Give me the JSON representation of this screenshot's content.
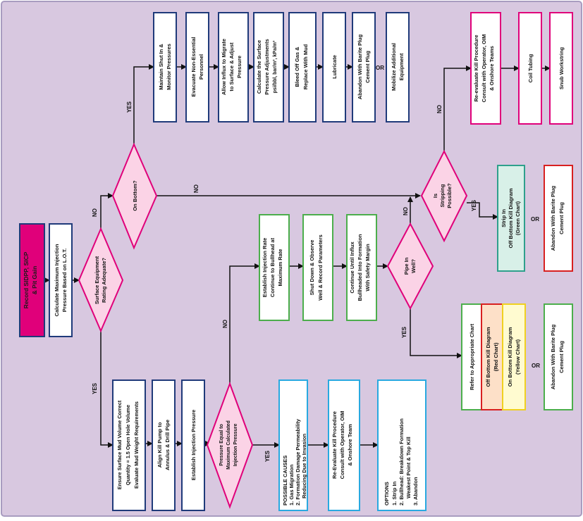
{
  "colors": {
    "background": "#d8c8e0",
    "border": "#a89cc0",
    "line": "#111111",
    "navy": "#1f3a7a",
    "cyan": "#29a9e0",
    "green": "#4cae4c",
    "magenta": "#e0007a",
    "pink_fill": "#fbd3e6",
    "teal": "#2ea08c",
    "teal_fill": "#d8f0e8",
    "red": "#d82020",
    "peach_fill": "#fde0c8",
    "yellow": "#f0d020",
    "yellow_fill": "#fffbd0"
  },
  "start": {
    "line1": "Record SIDPP, SICP",
    "line2": "& Pit Gain"
  },
  "calc_max_injection": {
    "line1": "Calculate Maximum Injection",
    "line2": "Pressure Based on L.O.T."
  },
  "surface_equipment": {
    "line1": "Surface Equipment",
    "line2": "Rating Adequate?"
  },
  "on_bottom": {
    "line1": "On Bottom?"
  },
  "pipe_in_well": {
    "line1": "Pipe In",
    "line2": "Well?"
  },
  "stripping": {
    "line1": "Is",
    "line2": "Stripping",
    "line3": "Possible?"
  },
  "pressure_equal": {
    "line1": "Pressure Equal to",
    "line2": "Maximum Calculated",
    "line3": "Injection Pressure"
  },
  "labels": {
    "yes": "YES",
    "no": "NO",
    "or": "OR"
  },
  "top_row": {
    "maintain": {
      "line1": "Maintain Shut In &",
      "line2": "Monitor Pressures"
    },
    "evacuate": {
      "line1": "Evacuate Non-Essential",
      "line2": "Personnel"
    },
    "allow_influx": {
      "line1": "Allow Influx to Migrate",
      "line2": "to Surface & Adjust",
      "line3": "Pressure"
    },
    "calculate_surface": {
      "line1": "Calculate the Surface",
      "line2": "Pressure Adjustments",
      "line3": "psi/bbl, bar/m³, kPa/m³"
    },
    "bleed_off": {
      "line1": "Bleed Off Gas &",
      "line2": "Replace With Mud"
    },
    "lubricate": {
      "line1": "Lubricate"
    },
    "abandon": {
      "line1": "Abandon With Barite Plug",
      "line2": "Cement Plug"
    },
    "mobilize": {
      "line1": "Mobilize Additional",
      "line2": "Equipment"
    }
  },
  "top_right": {
    "reevaluate": {
      "line1": "Re-evaluate Kill Procedure",
      "line2": "Consult with Operator, OIM",
      "line3": "& Onshore Teams"
    },
    "coil": {
      "line1": "Coil Tubing"
    },
    "snub": {
      "line1": "Snub Workstring"
    }
  },
  "strip_in": {
    "box": {
      "line1": "Strip In",
      "line2": "Off Bottom Kill Diagram",
      "line3": "(Green Chart)"
    },
    "abandon": {
      "line1": "Abandon With Barite Plug",
      "line2": "Cement Plug"
    }
  },
  "middle_col": {
    "establish_rate": {
      "line1": "Establish Injection Rate",
      "line2": "Continue to Bullhead at",
      "line3": "Maximum Rate"
    },
    "shut_down": {
      "line1": "Shut Down & Observe",
      "line2": "Well & Record Parameters"
    },
    "continue_influx": {
      "line1": "Continue Until Influx",
      "line2": "Bullheaded Into Formation",
      "line3": "With Safety Margin"
    }
  },
  "refer_block": {
    "refer": {
      "line1": "Refer to Appropriate Chart"
    },
    "off_bottom": {
      "line1": "Off Bottom Kill Diagram",
      "line2": "(Red Chart)"
    },
    "on_bottom": {
      "line1": "On Bottom Kill Diagram",
      "line2": "(Yellow Chart)"
    },
    "abandon": {
      "line1": "Abandon With Barite Plug",
      "line2": "Cement Plug"
    }
  },
  "bottom_row": {
    "ensure_mud": {
      "line1": "Ensure Surface Mud Volume Correct",
      "line2": "Quantity = 1.5 Open Hole Volume",
      "line3": "Evaluate Mud Weight Requirements"
    },
    "align_pump": {
      "line1": "Align Kill Pump to",
      "line2": "Annulus & Drill Pipe"
    },
    "establish_pressure": {
      "line1": "Establish Injection Pressure"
    },
    "causes": {
      "title": "POSSIBLE CAUSES",
      "item1": "1.  Gas Migration",
      "item2": "2.  Formation Damage Permeability",
      "item2b": "Reducing Due to Invasion"
    },
    "reevaluate": {
      "line1": "Re-Evaluate Kill Procedure",
      "line2": "Consult with Operator, OIM",
      "line3": "& Onshore Team"
    },
    "options": {
      "title": "OPTIONS",
      "item1": "1.  Strip In",
      "item2": "2.  Bullhead: Breakdown Formation",
      "item2b": "Weakest Point & Top Kill",
      "item3": "3.  Abandon"
    }
  }
}
